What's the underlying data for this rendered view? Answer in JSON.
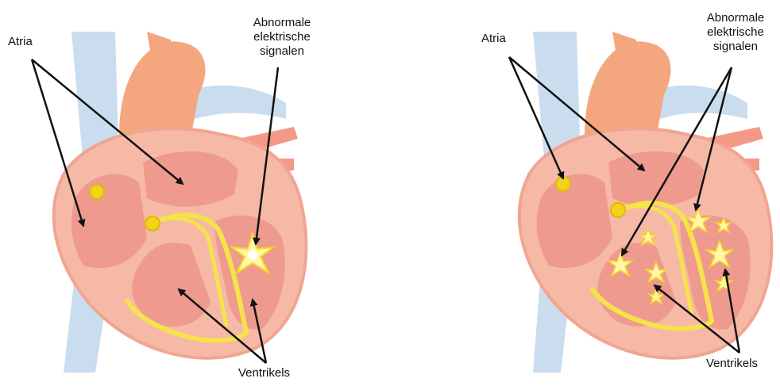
{
  "diagrams": [
    {
      "label_atria": "Atria",
      "label_signals": [
        "Abnormale",
        "elektrische",
        "signalen"
      ],
      "label_ventricles": "Ventrikels"
    },
    {
      "label_atria": "Atria",
      "label_signals": [
        "Abnormale",
        "elektrische",
        "signalen"
      ],
      "label_ventricles": "Ventrikels"
    }
  ],
  "colors": {
    "vein": "#bcd4ea",
    "aorta": "#f4a77e",
    "heart_wall": "#f6b9a6",
    "chamber": "#ef9a8e",
    "conduction": "#f5e34a",
    "node": "#f2d21a",
    "spark": "#fff6a8",
    "arrow": "#111111"
  }
}
